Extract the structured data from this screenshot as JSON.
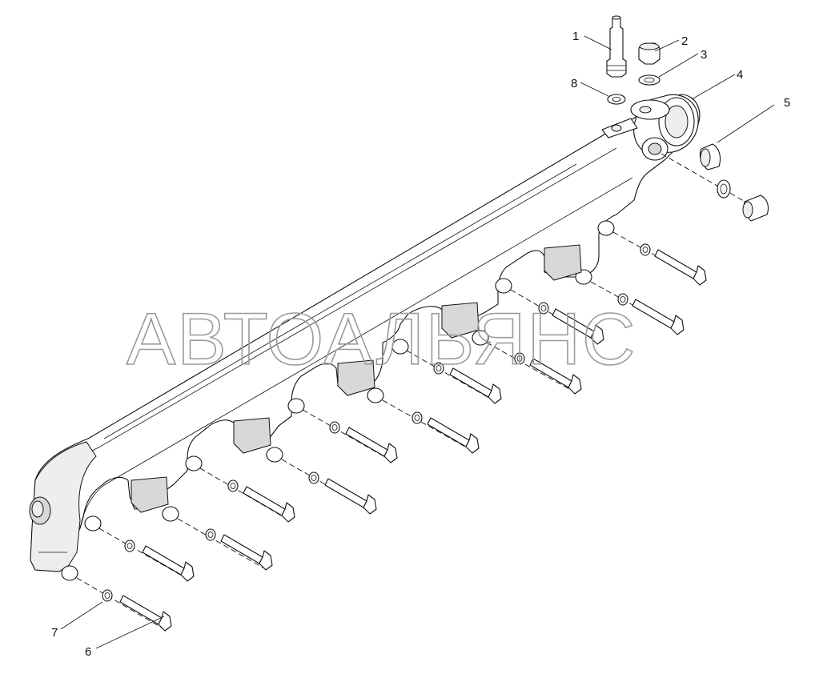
{
  "watermark": "АВТОАЛЬЯНС",
  "callouts": [
    {
      "number": "1",
      "part": "fitting-bolt"
    },
    {
      "number": "2",
      "part": "plug"
    },
    {
      "number": "3",
      "part": "sealing-washer"
    },
    {
      "number": "4",
      "part": "exhaust-manifold"
    },
    {
      "number": "5",
      "part": "sleeve"
    },
    {
      "number": "6",
      "part": "bolt"
    },
    {
      "number": "7",
      "part": "washer"
    },
    {
      "number": "8",
      "part": "sealing-washer"
    }
  ],
  "colors": {
    "line": "#111111",
    "background": "#ffffff",
    "watermark": "#9a9a9a"
  }
}
